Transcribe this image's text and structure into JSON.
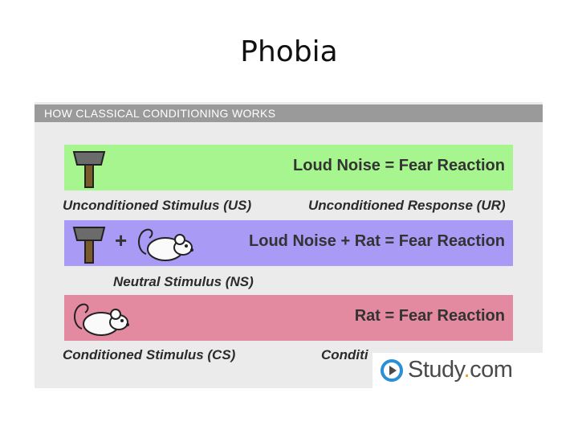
{
  "slide": {
    "title": "Phobia"
  },
  "panel": {
    "header": "HOW CLASSICAL CONDITIONING WORKS",
    "rows": [
      {
        "band_text": "Loud Noise = Fear Reaction",
        "color": "#a6f58e",
        "left_label": "Unconditioned Stimulus (US)",
        "right_label": "Unconditioned Response (UR)"
      },
      {
        "band_text": "Loud Noise + Rat = Fear Reaction",
        "color": "#a89af5",
        "plus": "+",
        "left_label": "Neutral Stimulus (NS)"
      },
      {
        "band_text": "Rat = Fear Reaction",
        "color": "#e48aa0",
        "left_label": "Conditioned Stimulus (CS)",
        "right_label": "Conditi"
      }
    ]
  },
  "logo": {
    "name": "Study",
    "dot": ".",
    "suffix": "com",
    "play_color": "#2a8fd6"
  },
  "icons": {
    "hammer": "hammer-icon",
    "rat": "rat-icon",
    "play": "play-icon"
  }
}
